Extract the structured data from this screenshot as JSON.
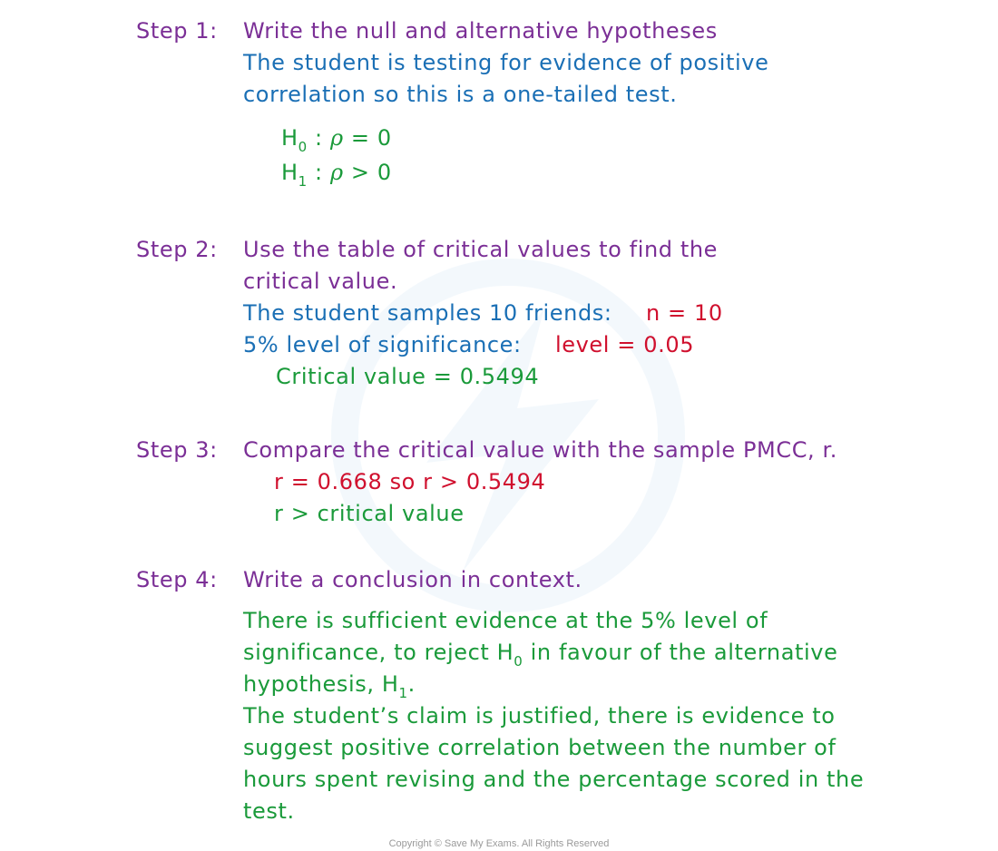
{
  "step1": {
    "label": "Step 1:",
    "heading": "Write the null and alternative hypotheses",
    "text1": "The student  is testing for evidence of positive",
    "text2": "correlation so this is a one-tailed test.",
    "h0": {
      "H": "H",
      "sub": "0",
      "colon": " : ",
      "rho": "ρ",
      "rel": " = 0"
    },
    "h1": {
      "H": "H",
      "sub": "1",
      "colon": " : ",
      "rho": "ρ",
      "rel": " > 0"
    }
  },
  "step2": {
    "label": "Step 2:",
    "heading1": "Use the table of critical values to find the",
    "heading2": "critical value.",
    "samples_text": "The student samples 10 friends:",
    "n_text": "n = 10",
    "significance_text": "5% level of significance:",
    "level_text": "level = 0.05",
    "critical": "Critical value = 0.5494"
  },
  "step3": {
    "label": "Step 3:",
    "heading": "Compare the critical value with the sample PMCC, r.",
    "compare": "r = 0.668 so r > 0.5494",
    "result": "r > critical value"
  },
  "step4": {
    "label": "Step 4:",
    "heading": "Write a conclusion in context.",
    "c1": "There is sufficient evidence at the 5% level of",
    "c2_pre": "significance, to reject H",
    "c2_sub": "0",
    "c2_post": " in favour of the alternative",
    "c3_pre": "hypothesis, H",
    "c3_sub": "1",
    "c3_post": ".",
    "c4": "The student’s claim is justified, there is evidence to",
    "c5": "suggest positive correlation between the number of",
    "c6": "hours spent revising and the percentage scored in the",
    "c7": "test."
  },
  "footer": "Copyright © Save My Exams. All Rights Reserved",
  "colors": {
    "step": "#7b2f96",
    "explanation": "#1a6fb5",
    "result": "#1a9a3a",
    "value": "#d0102e"
  },
  "watermark_icon": "lightning-bolt-logo"
}
